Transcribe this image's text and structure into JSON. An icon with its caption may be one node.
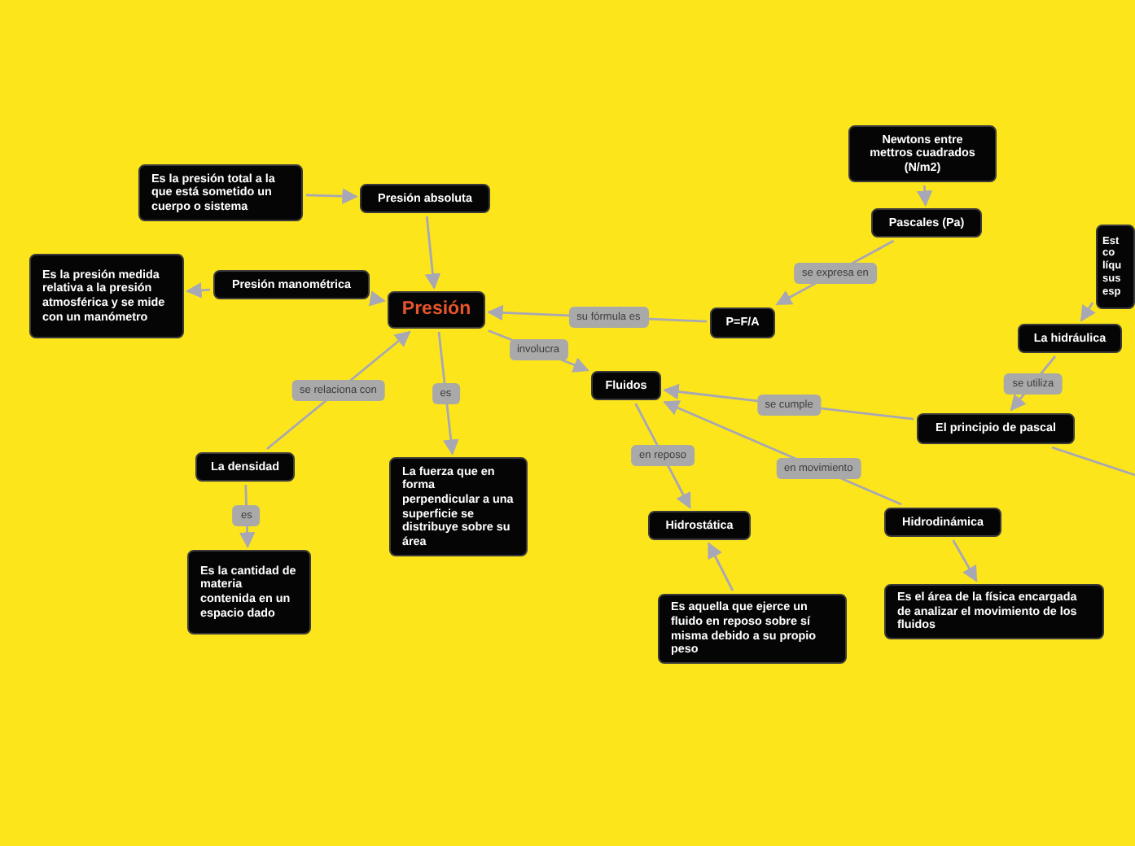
{
  "diagram": {
    "nodes": [
      {
        "text": [
          "Presión"
        ]
      },
      {
        "text": [
          "Presión absoluta"
        ]
      },
      {
        "text": [
          "Es la presión total a la que está sometido un cuerpo o sistema"
        ]
      },
      {
        "text": [
          "Presión manométrica"
        ]
      },
      {
        "text": [
          "Es la presión medida relativa a la presión atmosférica y se mide con un manómetro"
        ]
      },
      {
        "text": [
          "La densidad"
        ]
      },
      {
        "text": [
          "Es la cantidad de materia contenida en un espacio dado"
        ]
      },
      {
        "text": [
          "La fuerza que en forma perpendicular a una superficie se distribuye sobre su área"
        ]
      },
      {
        "text": [
          "Fluidos"
        ]
      },
      {
        "text": [
          "P=F/A"
        ]
      },
      {
        "text": [
          "Pascales (Pa)"
        ]
      },
      {
        "text": [
          "Newtons entre mettros cuadrados (N/m2)"
        ]
      },
      {
        "text": [
          "Hidrostática"
        ]
      },
      {
        "text": [
          "Es aquella que ejerce un fluido en reposo sobre sí misma debido a su propio peso"
        ]
      },
      {
        "text": [
          "Hidrodinámica"
        ]
      },
      {
        "text": [
          "Es el área de la física encargada de analizar el movimiento de los fluidos"
        ]
      },
      {
        "text": [
          "El principio de pascal"
        ]
      },
      {
        "text": [
          "La hidráulica"
        ]
      },
      {
        "text": [
          "Est co líqu sus esp"
        ]
      }
    ],
    "edges": [
      {
        "from": 2,
        "to": 1,
        "arrow": "to"
      },
      {
        "from": 1,
        "to": 0,
        "arrow": "to"
      },
      {
        "from": 3,
        "to": 4,
        "arrow": "to"
      },
      {
        "from": 3,
        "to": 0,
        "arrow": "to"
      },
      {
        "from": 5,
        "to": 0,
        "arrow": "to",
        "label": "se relaciona con"
      },
      {
        "from": 5,
        "to": 6,
        "arrow": "to",
        "label": "es"
      },
      {
        "from": 0,
        "to": 7,
        "arrow": "to",
        "label": "es"
      },
      {
        "from": 0,
        "to": 8,
        "arrow": "to",
        "label": "involucra"
      },
      {
        "from": 9,
        "to": 0,
        "arrow": "to",
        "label": "su fórmula es"
      },
      {
        "from": 10,
        "to": 9,
        "arrow": "to",
        "label": "se expresa en"
      },
      {
        "from": 11,
        "to": 10,
        "arrow": "to"
      },
      {
        "from": 8,
        "to": 12,
        "arrow": "to",
        "label": "en reposo"
      },
      {
        "from": 13,
        "to": 12,
        "arrow": "to"
      },
      {
        "from": 14,
        "to": 8,
        "arrow": "to",
        "label": "en movimiento"
      },
      {
        "from": 14,
        "to": 15,
        "arrow": "to"
      },
      {
        "from": 16,
        "to": 8,
        "arrow": "to",
        "label": "se cumple"
      },
      {
        "from": 17,
        "to": 16,
        "arrow": "to",
        "label": "se utiliza"
      },
      {
        "from": 18,
        "to": 17,
        "arrow": "to"
      },
      {
        "from": 16,
        "to": null,
        "arrow": "none"
      }
    ]
  }
}
